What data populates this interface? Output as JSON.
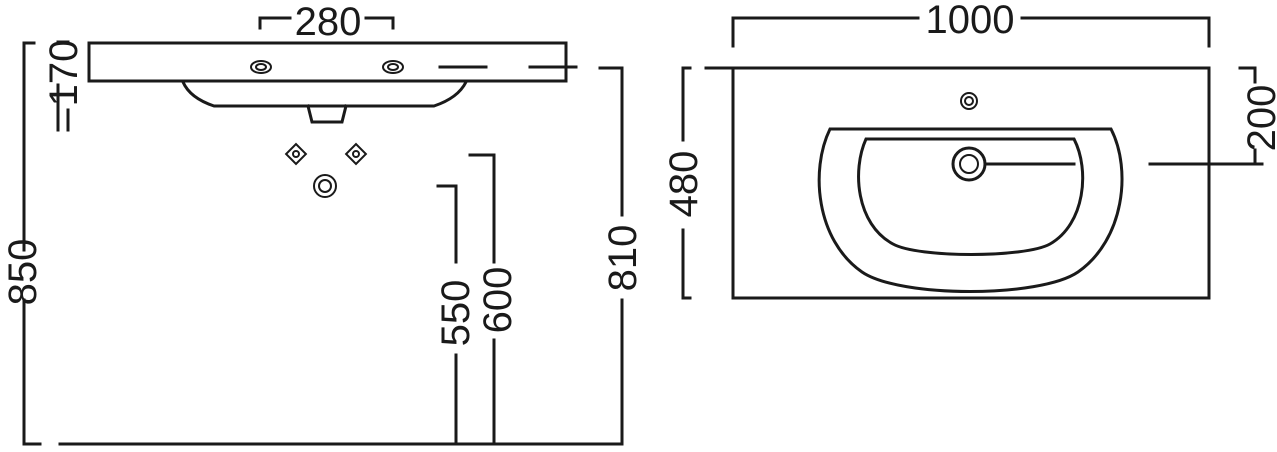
{
  "drawing": {
    "side_view": {
      "width_label": "280",
      "height_total_label": "850",
      "rim_label": "170",
      "drain_height_label": "550",
      "drain_height_2_label": "600",
      "height_810_label": "810"
    },
    "top_view": {
      "width_label": "1000",
      "depth_label": "480",
      "tap_offset_label": "200"
    }
  }
}
